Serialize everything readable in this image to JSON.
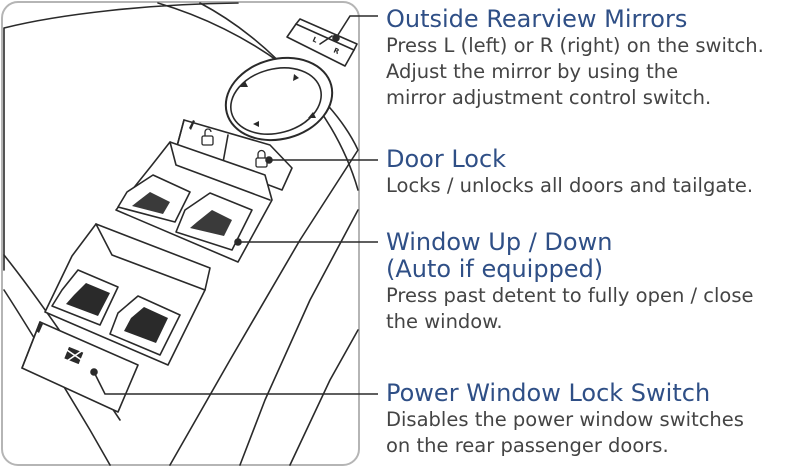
{
  "switch_labels": {
    "left": "L",
    "right": "R"
  },
  "callouts": [
    {
      "title": "Outside Rearview Mirrors",
      "lines": [
        "Press L (left) or R (right) on the switch.",
        "Adjust the mirror by using the",
        "mirror adjustment control switch."
      ]
    },
    {
      "title": "Door Lock",
      "lines": [
        "Locks / unlocks all doors and tailgate."
      ]
    },
    {
      "title": "Window Up / Down",
      "title2": "(Auto if equipped)",
      "lines": [
        "Press past detent to fully open / close",
        "the window."
      ]
    },
    {
      "title": "Power Window Lock Switch",
      "lines": [
        "Disables the power window switches",
        "on the rear passenger doors."
      ]
    }
  ],
  "colors": {
    "accent": "#2f4f86",
    "text": "#444444",
    "line": "#2a2a2a",
    "frame": "#b5b5b5"
  }
}
